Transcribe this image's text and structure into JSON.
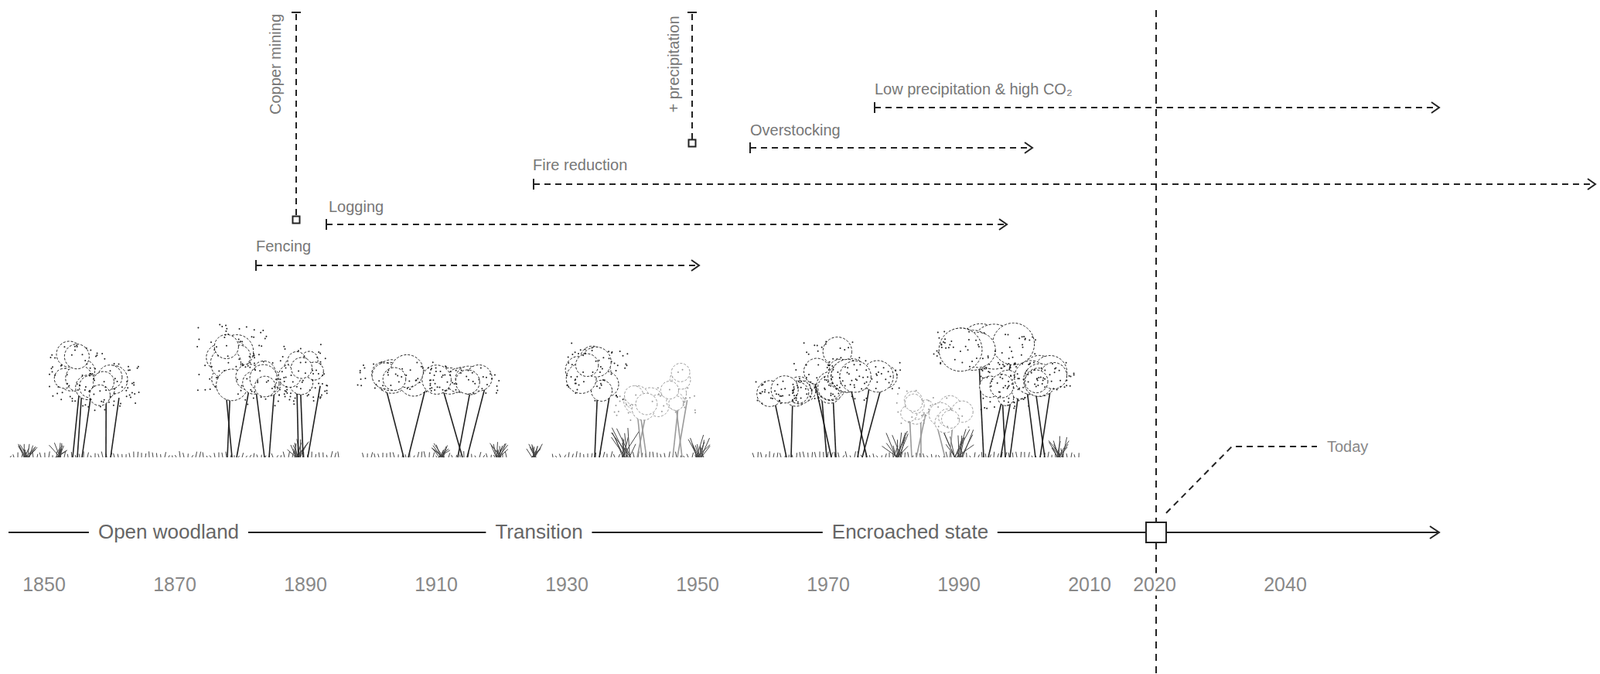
{
  "diagram": {
    "labels": [
      "Copper mining",
      "+ precipitation",
      "Low precipitation & high CO₂",
      "Overstocking",
      "Fire reduction",
      "Logging",
      "Fencing",
      "Open woodland",
      "Transition",
      "Encroached state",
      "Today",
      "1850",
      "1870",
      "1890",
      "1910",
      "1930",
      "1950",
      "1970",
      "1990",
      "2010",
      "2020",
      "2040"
    ]
  }
}
